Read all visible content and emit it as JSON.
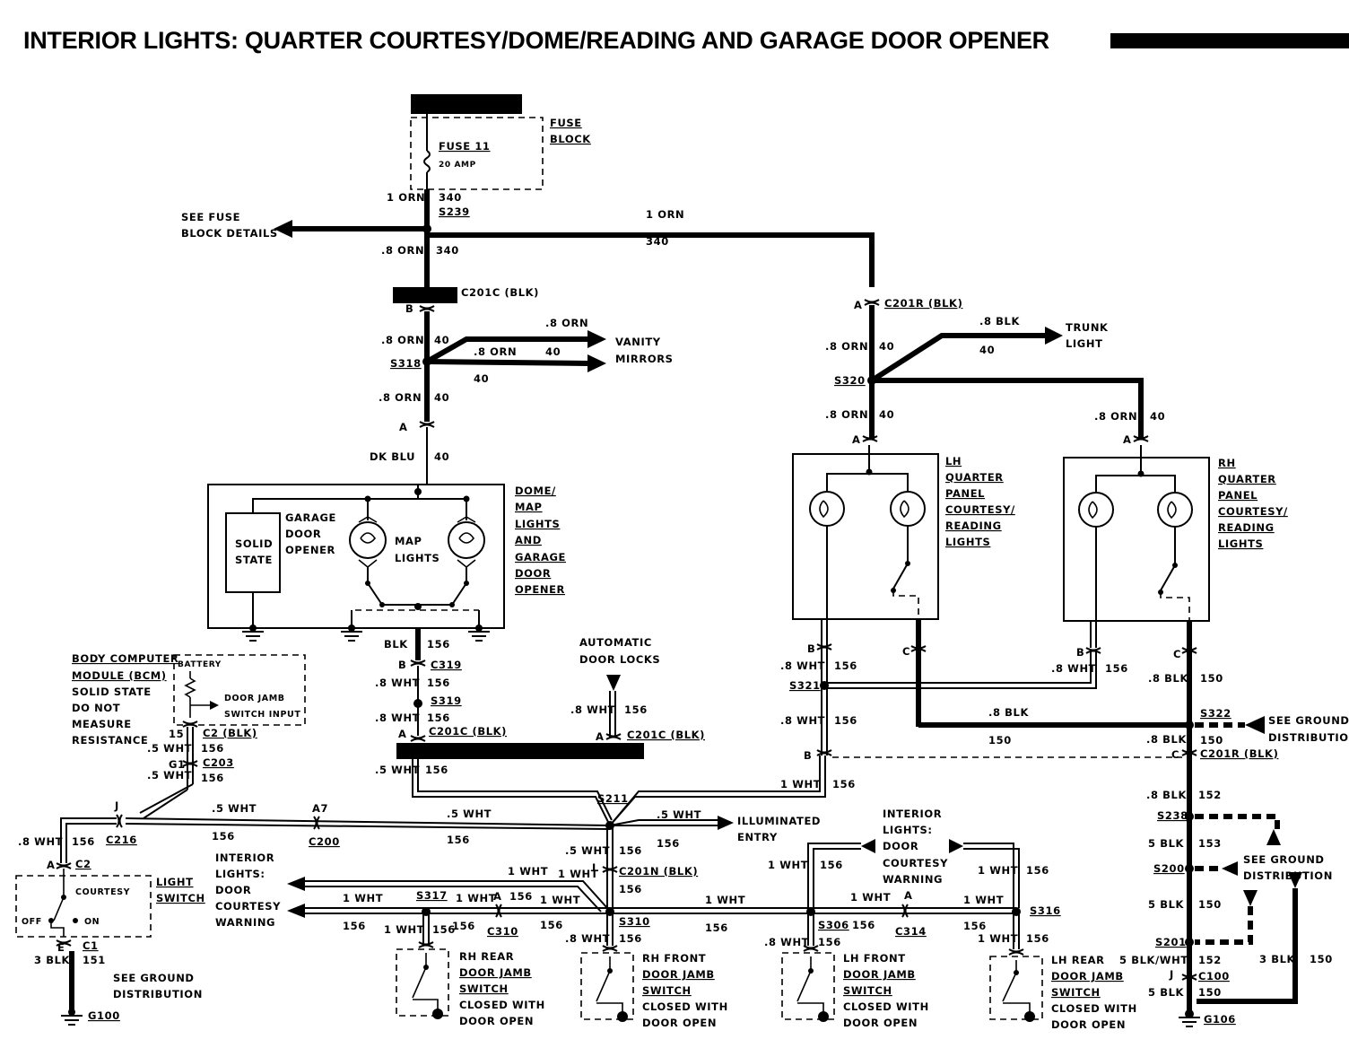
{
  "title": "INTERIOR LIGHTS: QUARTER COURTESY/DOME/READING AND GARAGE DOOR OPENER",
  "fuse_block": {
    "label_1": "FUSE",
    "label_2": "BLOCK",
    "fuse_name": "FUSE 11",
    "fuse_rating": "20 AMP"
  },
  "splices": {
    "s239": "S239",
    "s318": "S318",
    "s320": "S320",
    "s319": "S319",
    "s321": "S321",
    "s322": "S322",
    "s211": "S211",
    "s238": "S238",
    "s200": "S200",
    "s201": "S201",
    "s317": "S317",
    "s310": "S310",
    "s306": "S306",
    "s316": "S316"
  },
  "connectors": {
    "c201c": "C201C (BLK)",
    "c201r": "C201R (BLK)",
    "c319": "C319",
    "c201c_2": "C201C (BLK)",
    "c201c_3": "C201C (BLK)",
    "c2": "C2 (BLK)",
    "c203": "C203",
    "c216": "C216",
    "c200": "C200",
    "c201n": "C201N (BLK)",
    "c310": "C310",
    "c314": "C314",
    "c2b": "C2",
    "c1": "C1",
    "c100": "C100",
    "c201r_2": "C201R (BLK)"
  },
  "grounds": {
    "g100": "G100",
    "g106": "G106"
  },
  "wires": {
    "orn1": "1 ORN",
    "orn08": ".8 ORN",
    "dk_blu": "DK BLU",
    "blk": "BLK",
    "blk08": ".8 BLK",
    "wht08": ".8 WHT",
    "wht05": ".5 WHT",
    "wht1": "1 WHT",
    "blk3": "3 BLK",
    "blk5": "5 BLK",
    "blk_wht5": "5 BLK/WHT",
    "c340": "340",
    "c40": "40",
    "c156": "156",
    "c150": "150",
    "c152": "152",
    "c153": "153",
    "c151": "151",
    "c15": "15"
  },
  "pins": {
    "a": "A",
    "b": "B",
    "c": "C",
    "e": "E",
    "g1": "G1",
    "j": "J",
    "l": "L",
    "a7": "A7"
  },
  "labels": {
    "see_fuse_1": "SEE FUSE",
    "see_fuse_2": "BLOCK DETAILS",
    "vanity_1": "VANITY",
    "vanity_2": "MIRRORS",
    "trunk_1": "TRUNK",
    "trunk_2": "LIGHT",
    "dome_lines": [
      "DOME/",
      "MAP",
      "LIGHTS",
      "AND",
      "GARAGE",
      "DOOR",
      "OPENER"
    ],
    "solid_1": "SOLID",
    "solid_2": "STATE",
    "garage_lines": [
      "GARAGE",
      "DOOR",
      "OPENER"
    ],
    "map_1": "MAP",
    "map_2": "LIGHTS",
    "lh_quarter_lines": [
      "LH",
      "QUARTER",
      "PANEL",
      "COURTESY/",
      "READING",
      "LIGHTS"
    ],
    "rh_quarter_lines": [
      "RH",
      "QUARTER",
      "PANEL",
      "COURTESY/",
      "READING",
      "LIGHTS"
    ],
    "bcm_lines": [
      "BODY COMPUTER",
      "MODULE (BCM)",
      "SOLID STATE",
      "DO NOT",
      "MEASURE",
      "RESISTANCE"
    ],
    "battery": "BATTERY",
    "door_jamb_input_1": "DOOR JAMB",
    "door_jamb_input_2": "SWITCH INPUT",
    "auto_locks_1": "AUTOMATIC",
    "auto_locks_2": "DOOR LOCKS",
    "illuminated_1": "ILLUMINATED",
    "illuminated_2": "ENTRY",
    "interior_warning_left": [
      "INTERIOR",
      "LIGHTS:",
      "DOOR",
      "COURTESY",
      "WARNING"
    ],
    "interior_warning_right": [
      "INTERIOR",
      "LIGHTS:",
      "DOOR",
      "COURTESY",
      "WARNING"
    ],
    "see_ground_1": "SEE GROUND",
    "see_ground_2": "DISTRIBUTION",
    "light_switch_1": "LIGHT",
    "light_switch_2": "SWITCH",
    "courtesy": "COURTESY",
    "off": "OFF",
    "on": "ON",
    "rh_rear_lines": [
      "RH REAR",
      "DOOR JAMB",
      "SWITCH",
      "CLOSED WITH",
      "DOOR OPEN"
    ],
    "rh_front_lines": [
      "RH FRONT",
      "DOOR JAMB",
      "SWITCH",
      "CLOSED WITH",
      "DOOR OPEN"
    ],
    "lh_front_lines": [
      "LH FRONT",
      "DOOR JAMB",
      "SWITCH",
      "CLOSED WITH",
      "DOOR OPEN"
    ],
    "lh_rear_lines": [
      "LH REAR",
      "DOOR JAMB",
      "SWITCH",
      "CLOSED WITH",
      "DOOR OPEN"
    ]
  }
}
